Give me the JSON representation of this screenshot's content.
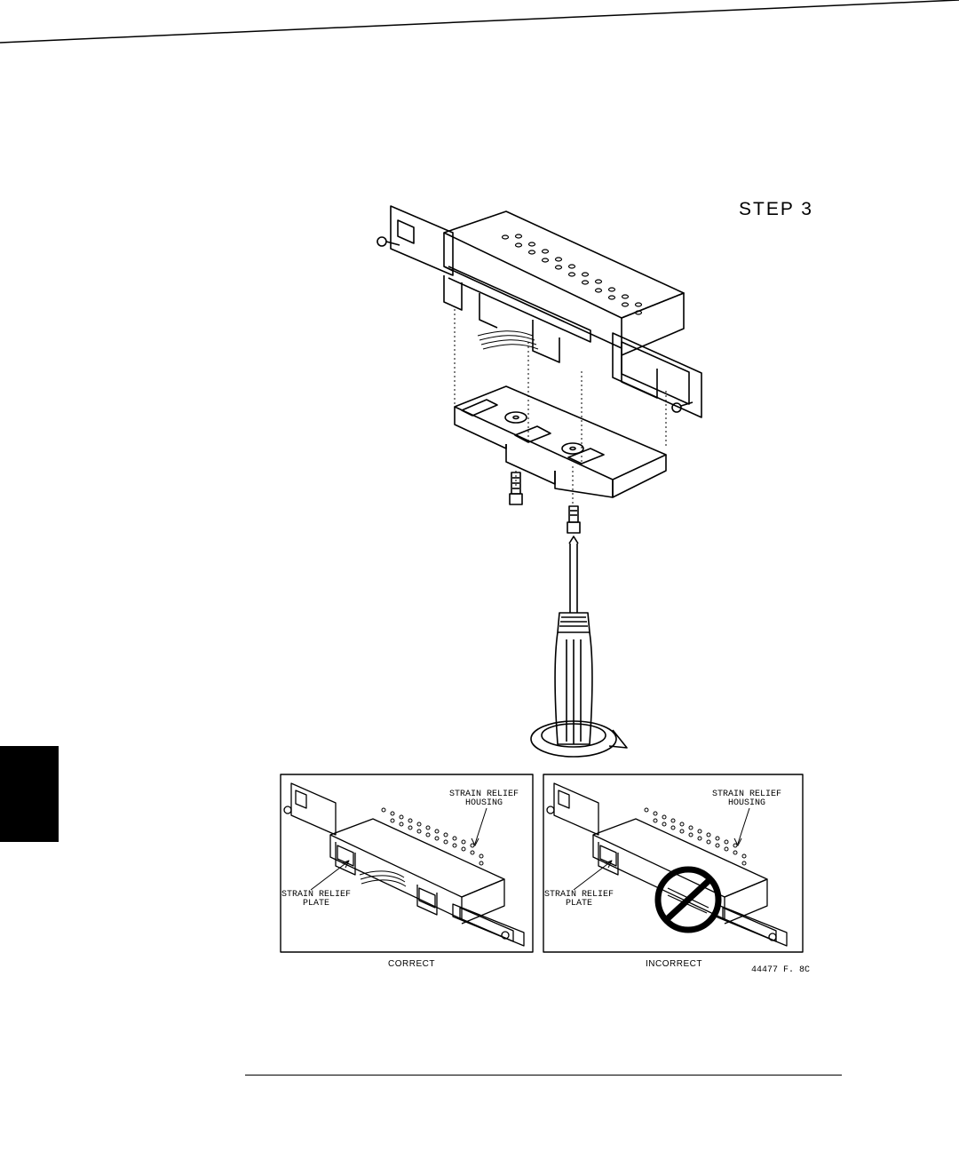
{
  "step_title": "STEP 3",
  "panels": [
    {
      "caption": "CORRECT",
      "housing_label_line1": "STRAIN RELIEF",
      "housing_label_line2": "HOUSING",
      "plate_label_line1": "STRAIN RELIEF",
      "plate_label_line2": "PLATE"
    },
    {
      "caption": "INCORRECT",
      "housing_label_line1": "STRAIN RELIEF",
      "housing_label_line2": "HOUSING",
      "plate_label_line1": "STRAIN RELIEF",
      "plate_label_line2": "PLATE"
    }
  ],
  "figure_number": "44477 F. 8C",
  "icons": {
    "screwdriver": "screwdriver-icon",
    "rotate_arrow": "rotate-arrow-icon",
    "prohibited": "prohibited-icon"
  },
  "colors": {
    "ink": "#000000",
    "paper": "#ffffff"
  }
}
